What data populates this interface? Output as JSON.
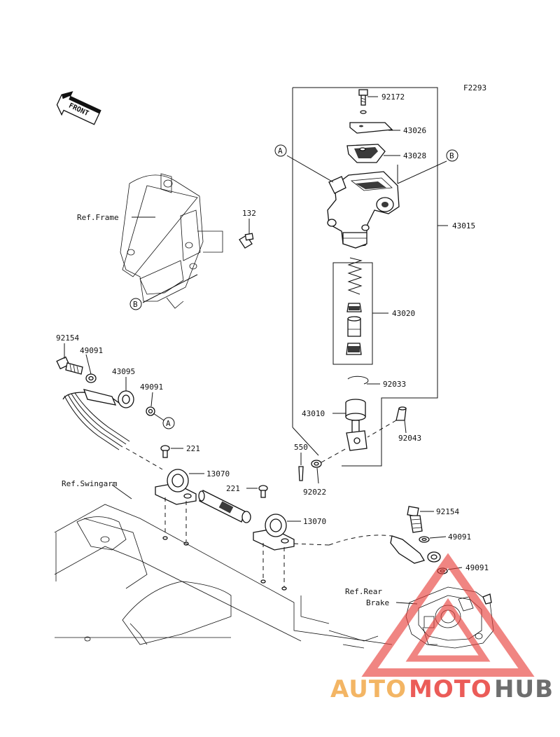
{
  "figure_code": "F2293",
  "front_label": "FRONT",
  "refs": {
    "frame": "Ref.Frame",
    "swingarm": "Ref.Swingarm",
    "rear_brake_line1": "Ref.Rear",
    "rear_brake_line2": "Brake"
  },
  "callouts": {
    "a": "A",
    "b": "B"
  },
  "part_numbers": {
    "p92172": "92172",
    "p43026": "43026",
    "p43028": "43028",
    "p43015": "43015",
    "p43020": "43020",
    "p92033": "92033",
    "p43010": "43010",
    "p92043": "92043",
    "p550": "550",
    "p92022": "92022",
    "p132": "132",
    "p92154_top": "92154",
    "p49091_a": "49091",
    "p43095": "43095",
    "p49091_b": "49091",
    "p221_a": "221",
    "p13070_a": "13070",
    "p221_b": "221",
    "p13070_b": "13070",
    "p92154_bottom": "92154",
    "p49091_c": "49091",
    "p49091_d": "49091"
  },
  "watermark": {
    "part1": "AUTO",
    "part2": "MOTO",
    "part3": "HUB",
    "color1": "#f2a94a",
    "color2": "#e8403c",
    "color3": "#555555"
  }
}
